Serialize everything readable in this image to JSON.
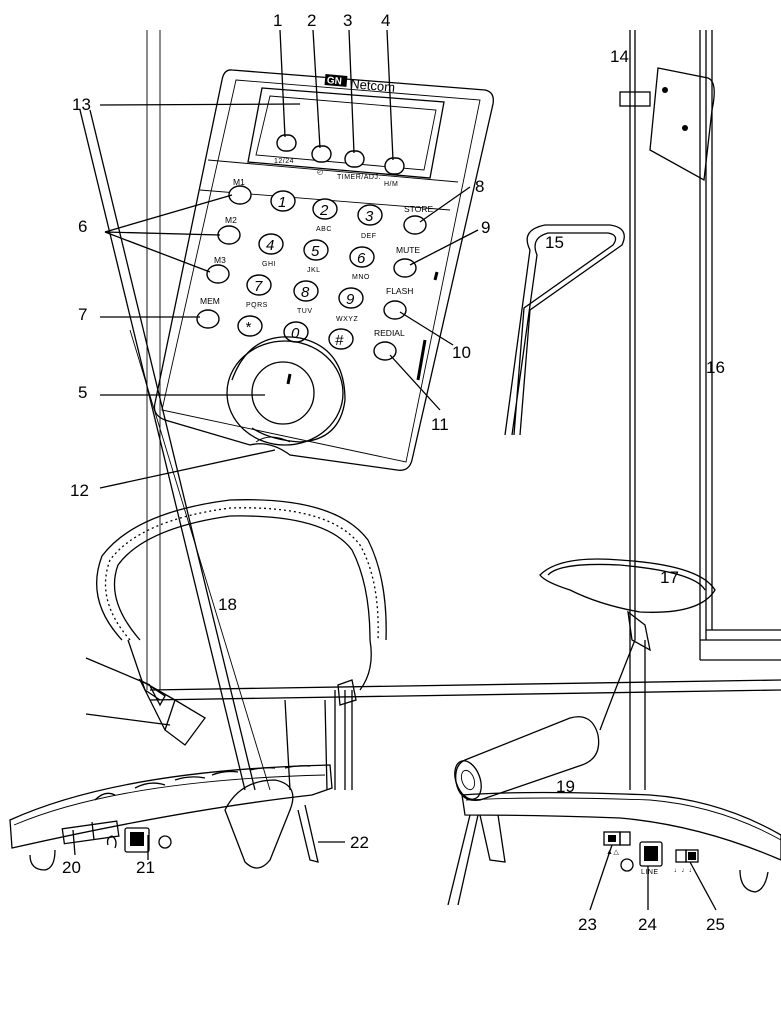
{
  "brand": {
    "name": "Netcom",
    "logo": "GN"
  },
  "callouts": [
    "1",
    "2",
    "3",
    "4",
    "5",
    "6",
    "7",
    "8",
    "9",
    "10",
    "11",
    "12",
    "13",
    "14",
    "15",
    "16",
    "17",
    "18",
    "19",
    "20",
    "21",
    "22",
    "23",
    "24",
    "25"
  ],
  "display_buttons": [
    {
      "label": "12/24"
    },
    {
      "label": "◴"
    },
    {
      "label": "TIMER/ADJ."
    },
    {
      "label": "H/M"
    }
  ],
  "memory_buttons": [
    "M1",
    "M2",
    "M3",
    "MEM"
  ],
  "function_buttons": [
    "STORE",
    "MUTE",
    "FLASH",
    "REDIAL"
  ],
  "keypad": [
    {
      "digit": "1",
      "letters": ""
    },
    {
      "digit": "2",
      "letters": "ABC"
    },
    {
      "digit": "3",
      "letters": "DEF"
    },
    {
      "digit": "4",
      "letters": "GHI"
    },
    {
      "digit": "5",
      "letters": "JKL"
    },
    {
      "digit": "6",
      "letters": "MNO"
    },
    {
      "digit": "7",
      "letters": "PQRS"
    },
    {
      "digit": "8",
      "letters": "TUV"
    },
    {
      "digit": "9",
      "letters": "WXYZ"
    },
    {
      "digit": "*",
      "letters": ""
    },
    {
      "digit": "0",
      "letters": ""
    },
    {
      "digit": "#",
      "letters": ""
    }
  ],
  "side_labels": {
    "line": "LINE"
  }
}
